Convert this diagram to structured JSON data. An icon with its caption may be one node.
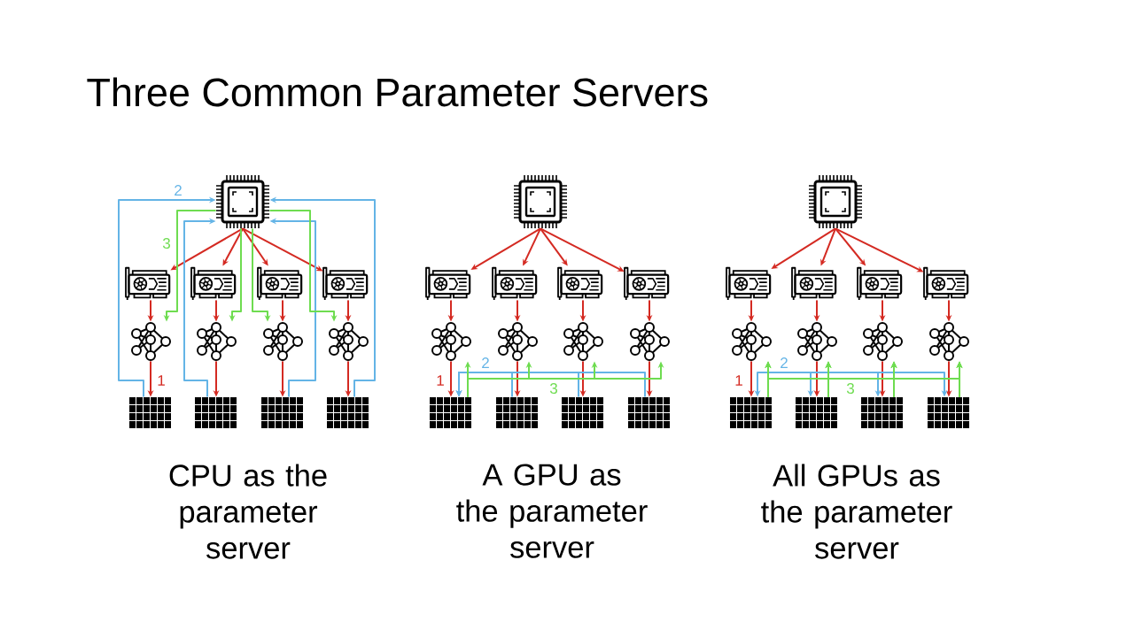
{
  "diagram": {
    "title": "Three Common Parameter Servers",
    "nodes": [
      {
        "text": [],
        "shape": "picture"
      },
      {
        "text": [],
        "shape": "picture"
      },
      {
        "text": [],
        "shape": "picture"
      },
      {
        "text": [],
        "shape": "picture"
      },
      {
        "text": [],
        "shape": "picture"
      },
      {
        "text": [],
        "shape": "picture"
      },
      {
        "text": [],
        "shape": "picture"
      },
      {
        "text": [],
        "shape": "picture"
      },
      {
        "text": [],
        "shape": "picture"
      },
      {
        "text": [],
        "shape": "picture"
      },
      {
        "text": [],
        "shape": "picture"
      },
      {
        "text": [],
        "shape": "picture"
      },
      {
        "text": [],
        "shape": "picture"
      },
      {
        "text": [],
        "shape": "picture"
      },
      {
        "text": [],
        "shape": "picture"
      },
      {
        "text": [],
        "shape": "picture"
      },
      {
        "text": [],
        "shape": "picture"
      },
      {
        "text": [],
        "shape": "picture"
      },
      {
        "text": [],
        "shape": "picture"
      },
      {
        "text": [],
        "shape": "picture"
      },
      {
        "text": [],
        "shape": "picture"
      },
      {
        "text": [],
        "shape": "picture"
      },
      {
        "text": [],
        "shape": "picture"
      },
      {
        "text": [],
        "shape": "picture"
      },
      {
        "text": [],
        "shape": "picture"
      },
      {
        "text": [],
        "shape": "picture"
      },
      {
        "text": [],
        "shape": "picture"
      },
      {
        "text": [],
        "shape": "picture"
      },
      {
        "text": [],
        "shape": "picture"
      },
      {
        "text": [],
        "shape": "picture"
      },
      {
        "text": [],
        "shape": "picture"
      },
      {
        "text": [],
        "shape": "picture"
      },
      {
        "text": [],
        "shape": "picture"
      },
      {
        "text": [],
        "shape": "picture"
      },
      {
        "text": [],
        "shape": "picture"
      },
      {
        "text": [],
        "shape": "picture"
      },
      {
        "text": [],
        "shape": "picture"
      },
      {
        "text": [],
        "shape": "picture"
      },
      {
        "text": [],
        "shape": "picture"
      }
    ],
    "edges": [
      {
        "from": 0,
        "to": 1,
        "arrow": "to"
      },
      {
        "from": 0,
        "to": 2,
        "arrow": "to"
      },
      {
        "from": 0,
        "to": 3,
        "arrow": "to"
      },
      {
        "from": 0,
        "to": 4,
        "arrow": "to"
      },
      {
        "from": 1,
        "to": 5,
        "arrow": "to"
      },
      {
        "from": 2,
        "to": 6,
        "arrow": "to"
      },
      {
        "from": 3,
        "to": 7,
        "arrow": "to"
      },
      {
        "from": 4,
        "to": 8,
        "arrow": "to"
      },
      {
        "from": 5,
        "to": 9,
        "arrow": "to",
        "label": "1"
      },
      {
        "from": 6,
        "to": 10,
        "arrow": "to"
      },
      {
        "from": 7,
        "to": 11,
        "arrow": "to"
      },
      {
        "from": 8,
        "to": 12,
        "arrow": "to"
      },
      {
        "from": 9,
        "to": 0,
        "arrow": "to",
        "label": "2",
        "color": "#64b4e6"
      },
      {
        "from": 10,
        "to": 0,
        "arrow": "to",
        "color": "#64b4e6"
      },
      {
        "from": 11,
        "to": 0,
        "arrow": "to",
        "color": "#64b4e6"
      },
      {
        "from": 12,
        "to": 0,
        "arrow": "to",
        "color": "#64b4e6"
      },
      {
        "from": 0,
        "to": 5,
        "arrow": "to",
        "label": "3",
        "color": "#6edc50"
      },
      {
        "from": 0,
        "to": 6,
        "arrow": "to",
        "color": "#6edc50"
      },
      {
        "from": 0,
        "to": 7,
        "arrow": "to",
        "color": "#6edc50"
      },
      {
        "from": 0,
        "to": 8,
        "arrow": "to",
        "color": "#6edc50"
      },
      {
        "from": 13,
        "to": 14,
        "arrow": "to"
      },
      {
        "from": 13,
        "to": 15,
        "arrow": "to"
      },
      {
        "from": 13,
        "to": 16,
        "arrow": "to"
      },
      {
        "from": 13,
        "to": 17,
        "arrow": "to"
      },
      {
        "from": 14,
        "to": 18,
        "arrow": "to"
      },
      {
        "from": 15,
        "to": 19,
        "arrow": "to"
      },
      {
        "from": 16,
        "to": 20,
        "arrow": "to"
      },
      {
        "from": 17,
        "to": 21,
        "arrow": "to"
      },
      {
        "from": 18,
        "to": 22,
        "arrow": "to",
        "label": "1"
      },
      {
        "from": 19,
        "to": 23,
        "arrow": "to"
      },
      {
        "from": 20,
        "to": 24,
        "arrow": "to"
      },
      {
        "from": 21,
        "to": 25,
        "arrow": "to"
      },
      {
        "from": 23,
        "to": 22,
        "arrow": "to",
        "label": "2",
        "color": "#64b4e6"
      },
      {
        "from": 24,
        "to": 22,
        "arrow": "to",
        "color": "#64b4e6"
      },
      {
        "from": 25,
        "to": 22,
        "arrow": "to",
        "color": "#64b4e6"
      },
      {
        "from": 22,
        "to": 18,
        "arrow": "to",
        "color": "#6edc50"
      },
      {
        "from": 22,
        "to": 19,
        "arrow": "to",
        "color": "#6edc50"
      },
      {
        "from": 22,
        "to": 20,
        "arrow": "to",
        "label": "3",
        "color": "#6edc50"
      },
      {
        "from": 22,
        "to": 21,
        "arrow": "to",
        "color": "#6edc50"
      },
      {
        "from": 26,
        "to": 27,
        "arrow": "to"
      },
      {
        "from": 26,
        "to": 28,
        "arrow": "to"
      },
      {
        "from": 26,
        "to": 29,
        "arrow": "to"
      },
      {
        "from": 26,
        "to": 30,
        "arrow": "to"
      },
      {
        "from": 27,
        "to": 31,
        "arrow": "to"
      },
      {
        "from": 28,
        "to": 32,
        "arrow": "to"
      },
      {
        "from": 29,
        "to": 33,
        "arrow": "to"
      },
      {
        "from": 30,
        "to": 34,
        "arrow": "to"
      },
      {
        "from": 31,
        "to": 35,
        "arrow": "to",
        "label": "1"
      },
      {
        "from": 32,
        "to": 36,
        "arrow": "to"
      },
      {
        "from": 33,
        "to": 37,
        "arrow": "to"
      },
      {
        "from": 34,
        "to": 38,
        "arrow": "to"
      },
      {
        "from": null,
        "to": 35,
        "arrow": "to",
        "label": "2",
        "color": "#64b4e6"
      },
      {
        "from": null,
        "to": 36,
        "arrow": "to",
        "color": "#64b4e6"
      },
      {
        "from": null,
        "to": 37,
        "arrow": "to",
        "color": "#64b4e6"
      },
      {
        "from": null,
        "to": 38,
        "arrow": "to",
        "color": "#64b4e6"
      },
      {
        "from": 35,
        "to": 31,
        "arrow": "to",
        "color": "#6edc50"
      },
      {
        "from": 35,
        "to": 32,
        "arrow": "to",
        "color": "#6edc50"
      },
      {
        "from": 35,
        "to": 33,
        "arrow": "to",
        "label": "3",
        "color": "#6edc50"
      },
      {
        "from": 35,
        "to": 34,
        "arrow": "to",
        "color": "#6edc50"
      },
      {
        "from": 36,
        "to": 31,
        "arrow": "to",
        "color": "#6edc50"
      },
      {
        "from": 36,
        "to": 32,
        "arrow": "to",
        "color": "#6edc50"
      },
      {
        "from": 36,
        "to": 33,
        "arrow": "to",
        "color": "#6edc50"
      },
      {
        "from": 36,
        "to": 34,
        "arrow": "to",
        "color": "#6edc50"
      },
      {
        "from": 37,
        "to": 31,
        "arrow": "to",
        "color": "#6edc50"
      },
      {
        "from": 37,
        "to": 32,
        "arrow": "to",
        "color": "#6edc50"
      },
      {
        "from": 37,
        "to": 33,
        "arrow": "to",
        "color": "#6edc50"
      },
      {
        "from": 37,
        "to": 34,
        "arrow": "to",
        "color": "#6edc50"
      },
      {
        "from": 38,
        "to": 31,
        "arrow": "to",
        "color": "#6edc50"
      },
      {
        "from": 38,
        "to": 32,
        "arrow": "to",
        "color": "#6edc50"
      },
      {
        "from": 38,
        "to": 33,
        "arrow": "to",
        "color": "#6edc50"
      },
      {
        "from": 38,
        "to": 34,
        "arrow": "to",
        "color": "#6edc50"
      }
    ],
    "labels": [
      "CPU as the parameter server",
      "A GPU as the parameter server",
      "All GPUs as the parameter server"
    ]
  }
}
